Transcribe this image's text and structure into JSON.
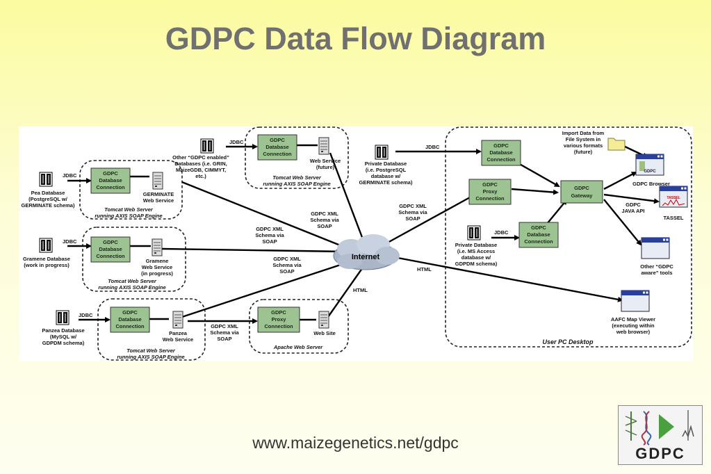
{
  "title": "GDPC Data Flow Diagram",
  "footer_url": "www.maizegenetics.net/gdpc",
  "logo_text": "GDPC",
  "labels": {
    "jdbc": "JDBC",
    "gdpc_db_conn": [
      "GDPC",
      "Database",
      "Connection"
    ],
    "gdpc_proxy_conn": [
      "GDPC",
      "Proxy",
      "Connection"
    ],
    "gdpc_gateway": [
      "GDPC",
      "Gateway"
    ],
    "pea_db": [
      "Pea Database",
      "(PostgreSQL w/",
      "GERMINATE schema)"
    ],
    "gramene_db": [
      "Gramene Database",
      "(work in progress)"
    ],
    "panzea_db": [
      "Panzea Database",
      "(MySQL w/",
      "GDPDM schema)"
    ],
    "other_db": [
      "Other “GDPC enabled”",
      "Databases (i.e. GRIN,",
      "MaizeGDB, CIMMYT,",
      "etc.)"
    ],
    "germinate_ws": [
      "GERMINATE",
      "Web Service"
    ],
    "gramene_ws": [
      "Gramene",
      "Web Service",
      "(in progress)"
    ],
    "panzea_ws": [
      "Panzea",
      "Web Service"
    ],
    "future_ws": [
      "Web Service",
      "(future)"
    ],
    "web_site": "Web Site",
    "tomcat": [
      "Tomcat Web Server",
      "running AXIS SOAP Engine"
    ],
    "apache": "Apache Web Server",
    "soap_xml": [
      "GDPC XML",
      "Schema via",
      "SOAP"
    ],
    "internet": "Internet",
    "html": "HTML",
    "private_pg": [
      "Private Database",
      "(i.e. PostgreSQL",
      "database w/",
      "GERMINATE schema)"
    ],
    "private_ms": [
      "Private Database",
      "(i.e. MS Access",
      "database w/",
      "GDPDM schema)"
    ],
    "import_data": [
      "Import Data from",
      "File System in",
      "various formats",
      "(future)"
    ],
    "gdpc_browser": "GDPC Browser",
    "gdpc_java_api": [
      "GDPC",
      "JAVA API"
    ],
    "tassel": "TASSEL",
    "tassel_icon": "TASSEL",
    "browser_icon": "GDPC",
    "other_tools": [
      "Other “GDPC",
      "aware” tools"
    ],
    "aafc": [
      "AAFC Map Viewer",
      "(executing within",
      "web browser)"
    ],
    "user_pc": "User PC Desktop"
  }
}
